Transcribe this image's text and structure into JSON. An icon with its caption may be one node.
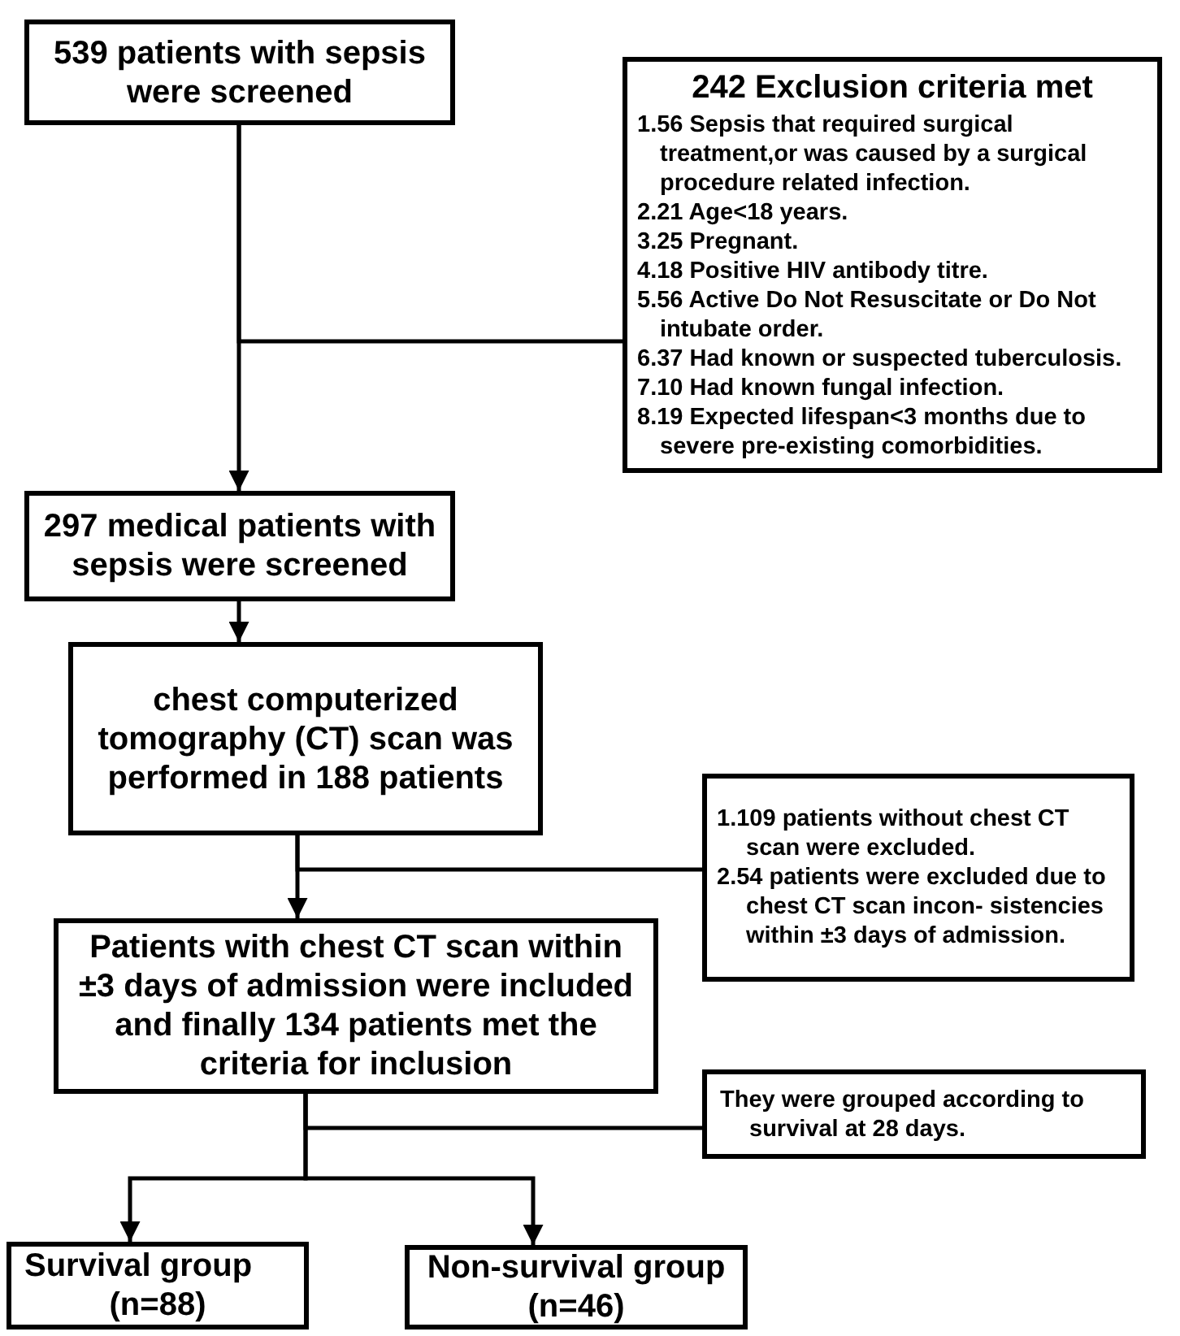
{
  "diagram": {
    "nodes": [
      {
        "text": [
          "539 patients with sepsis were screened"
        ]
      },
      {
        "text": [
          "242 Exclusion criteria met",
          "1.56 Sepsis that required surgical treatment,or was caused by a surgical procedure related infection.",
          "2.21 Age<18 years.",
          "3.25 Pregnant.",
          "4.18 Positive HIV antibody titre.",
          "5.56 Active Do Not Resuscitate or Do Not intubate order.",
          "6.37 Had known or suspected tuberculosis.",
          "7.10 Had known fungal infection.",
          "8.19 Expected lifespan<3  months due to severe pre-existing comorbidities."
        ]
      },
      {
        "text": [
          "297 medical patients with sepsis were screened"
        ]
      },
      {
        "text": [
          "chest computerized tomography (CT) scan was performed in 188 patients"
        ]
      },
      {
        "text": [
          "1.109 patients without chest CT scan were excluded.",
          "2.54 patients were excluded due to chest CT scan incon- sistencies within ±3 days of admission."
        ]
      },
      {
        "text": [
          "Patients with chest CT scan within ±3 days of admission were included and finally 134 patients met the criteria for inclusion"
        ]
      },
      {
        "text": [
          "They were grouped according to survival at 28 days."
        ]
      },
      {
        "text": [
          "Survival group",
          "(n=88)"
        ]
      },
      {
        "text": [
          "Non-survival group",
          "(n=46)"
        ]
      }
    ],
    "edges": [
      {
        "from": 0,
        "to": 2,
        "arrow": "to"
      },
      {
        "from": 0,
        "to": 1,
        "arrow": "none"
      },
      {
        "from": 2,
        "to": 3,
        "arrow": "to"
      },
      {
        "from": 3,
        "to": 5,
        "arrow": "to"
      },
      {
        "from": 3,
        "to": 4,
        "arrow": "none"
      },
      {
        "from": 5,
        "to": 6,
        "arrow": "none"
      },
      {
        "from": 5,
        "to": 7,
        "arrow": "to"
      },
      {
        "from": 5,
        "to": 8,
        "arrow": "to"
      }
    ]
  }
}
